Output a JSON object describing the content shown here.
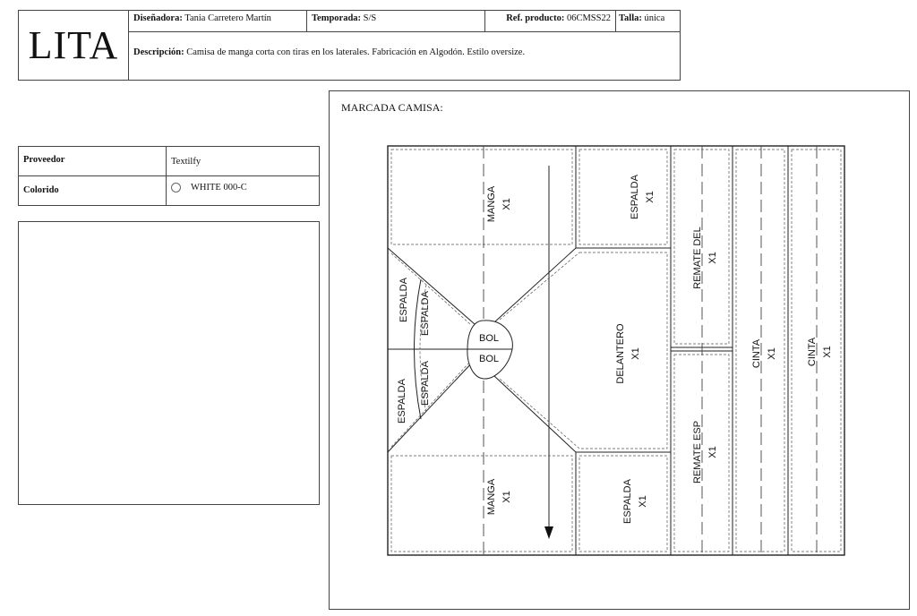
{
  "header": {
    "logo": "LITA",
    "designer_label": "Diseñadora:",
    "designer_value": "Tania Carretero Martín",
    "season_label": "Temporada:",
    "season_value": "S/S",
    "ref_label": "Ref. producto:",
    "ref_value": "06CMSS22",
    "size_label": "Talla:",
    "size_value": "única",
    "description_label": "Descripción:",
    "description_value": "Camisa de manga corta con tiras en los laterales. Fabricación en Algodón. Estilo oversize."
  },
  "info": {
    "supplier_label": "Proveedor",
    "supplier_value": "Textilfy",
    "color_label": "Colorido",
    "color_value": "WHITE 000-C"
  },
  "marker": {
    "title": "MARCADA CAMISA:",
    "pieces": {
      "manga": "MANGA",
      "x1": "X1",
      "espalda": "ESPALDA",
      "bol": "BOL",
      "delantero": "DELANTERO",
      "remate_del": "REMATE DEL",
      "remate_esp": "REMATE ESP",
      "cinta": "CINTA"
    }
  }
}
